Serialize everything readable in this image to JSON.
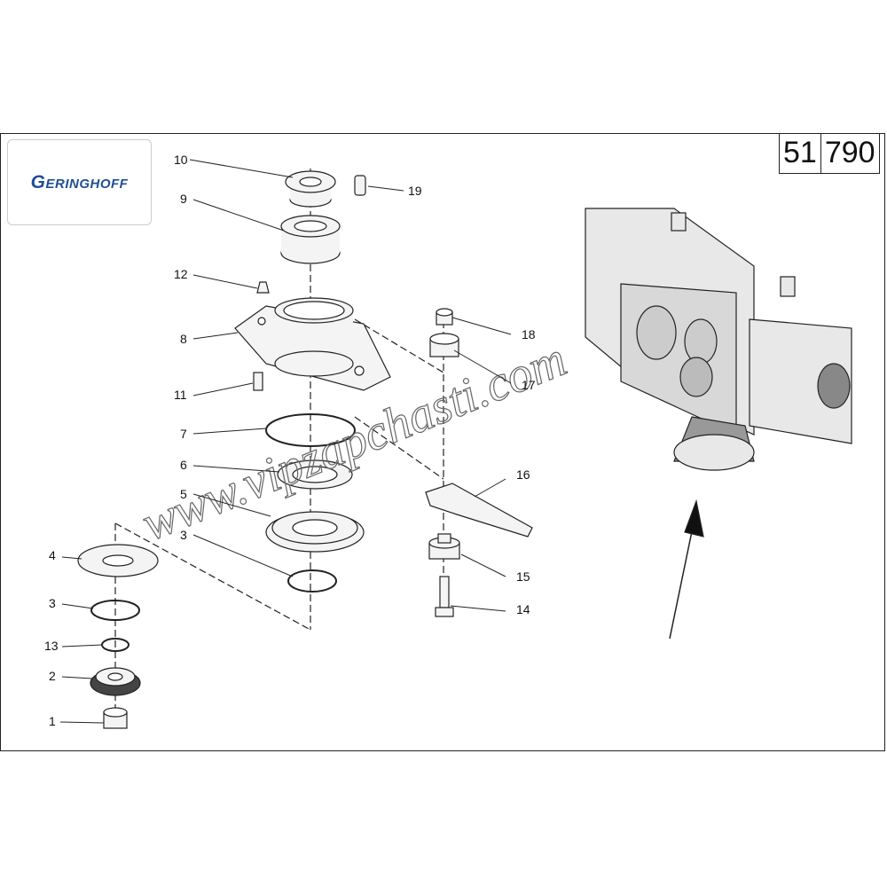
{
  "logo": {
    "text": "Geringhoff",
    "color": "#1f4e96"
  },
  "page_number": {
    "group": "51",
    "sheet": "790"
  },
  "watermark": "www.vipzapchasti.com",
  "callouts": [
    {
      "label": "10"
    },
    {
      "label": "19"
    },
    {
      "label": "9"
    },
    {
      "label": "12"
    },
    {
      "label": "8"
    },
    {
      "label": "18"
    },
    {
      "label": "17"
    },
    {
      "label": "11"
    },
    {
      "label": "7"
    },
    {
      "label": "6"
    },
    {
      "label": "5"
    },
    {
      "label": "3"
    },
    {
      "label": "4"
    },
    {
      "label": "3"
    },
    {
      "label": "13"
    },
    {
      "label": "2"
    },
    {
      "label": "1"
    },
    {
      "label": "16"
    },
    {
      "label": "15"
    },
    {
      "label": "14"
    }
  ]
}
